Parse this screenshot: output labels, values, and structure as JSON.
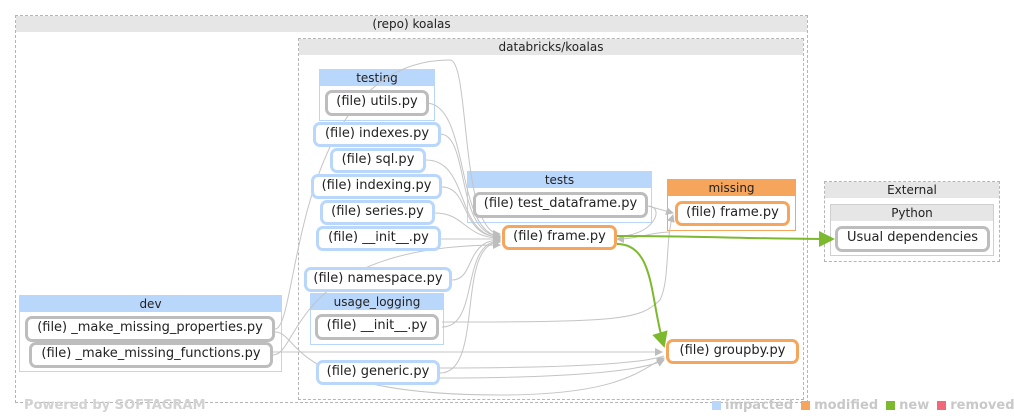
{
  "repo": {
    "title": "(repo) koalas"
  },
  "databricks": {
    "title": "databricks/koalas"
  },
  "packages": {
    "testing": "testing",
    "tests": "tests",
    "missing": "missing",
    "dev": "dev",
    "usage_logging": "usage_logging",
    "external": "External",
    "python": "Python"
  },
  "nodes": {
    "utils": "(file) utils.py",
    "indexes": "(file) indexes.py",
    "sql": "(file) sql.py",
    "indexing": "(file) indexing.py",
    "series": "(file) series.py",
    "init1": "(file) __init__.py",
    "namespace": "(file) namespace.py",
    "init2": "(file) __init__.py",
    "generic": "(file) generic.py",
    "test_dataframe": "(file) test_dataframe.py",
    "frame": "(file) frame.py",
    "missing_frame": "(file) frame.py",
    "groupby": "(file) groupby.py",
    "missing_properties": "(file) _make_missing_properties.py",
    "missing_functions": "(file) _make_missing_functions.py",
    "usual_deps": "Usual dependencies"
  },
  "footer": "Powered by SOFTAGRAM",
  "legend": [
    {
      "label": "impacted",
      "color": "#b9d6fb"
    },
    {
      "label": "modified",
      "color": "#f6a65c"
    },
    {
      "label": "new",
      "color": "#7cb92e"
    },
    {
      "label": "removed",
      "color": "#f2677a"
    }
  ]
}
